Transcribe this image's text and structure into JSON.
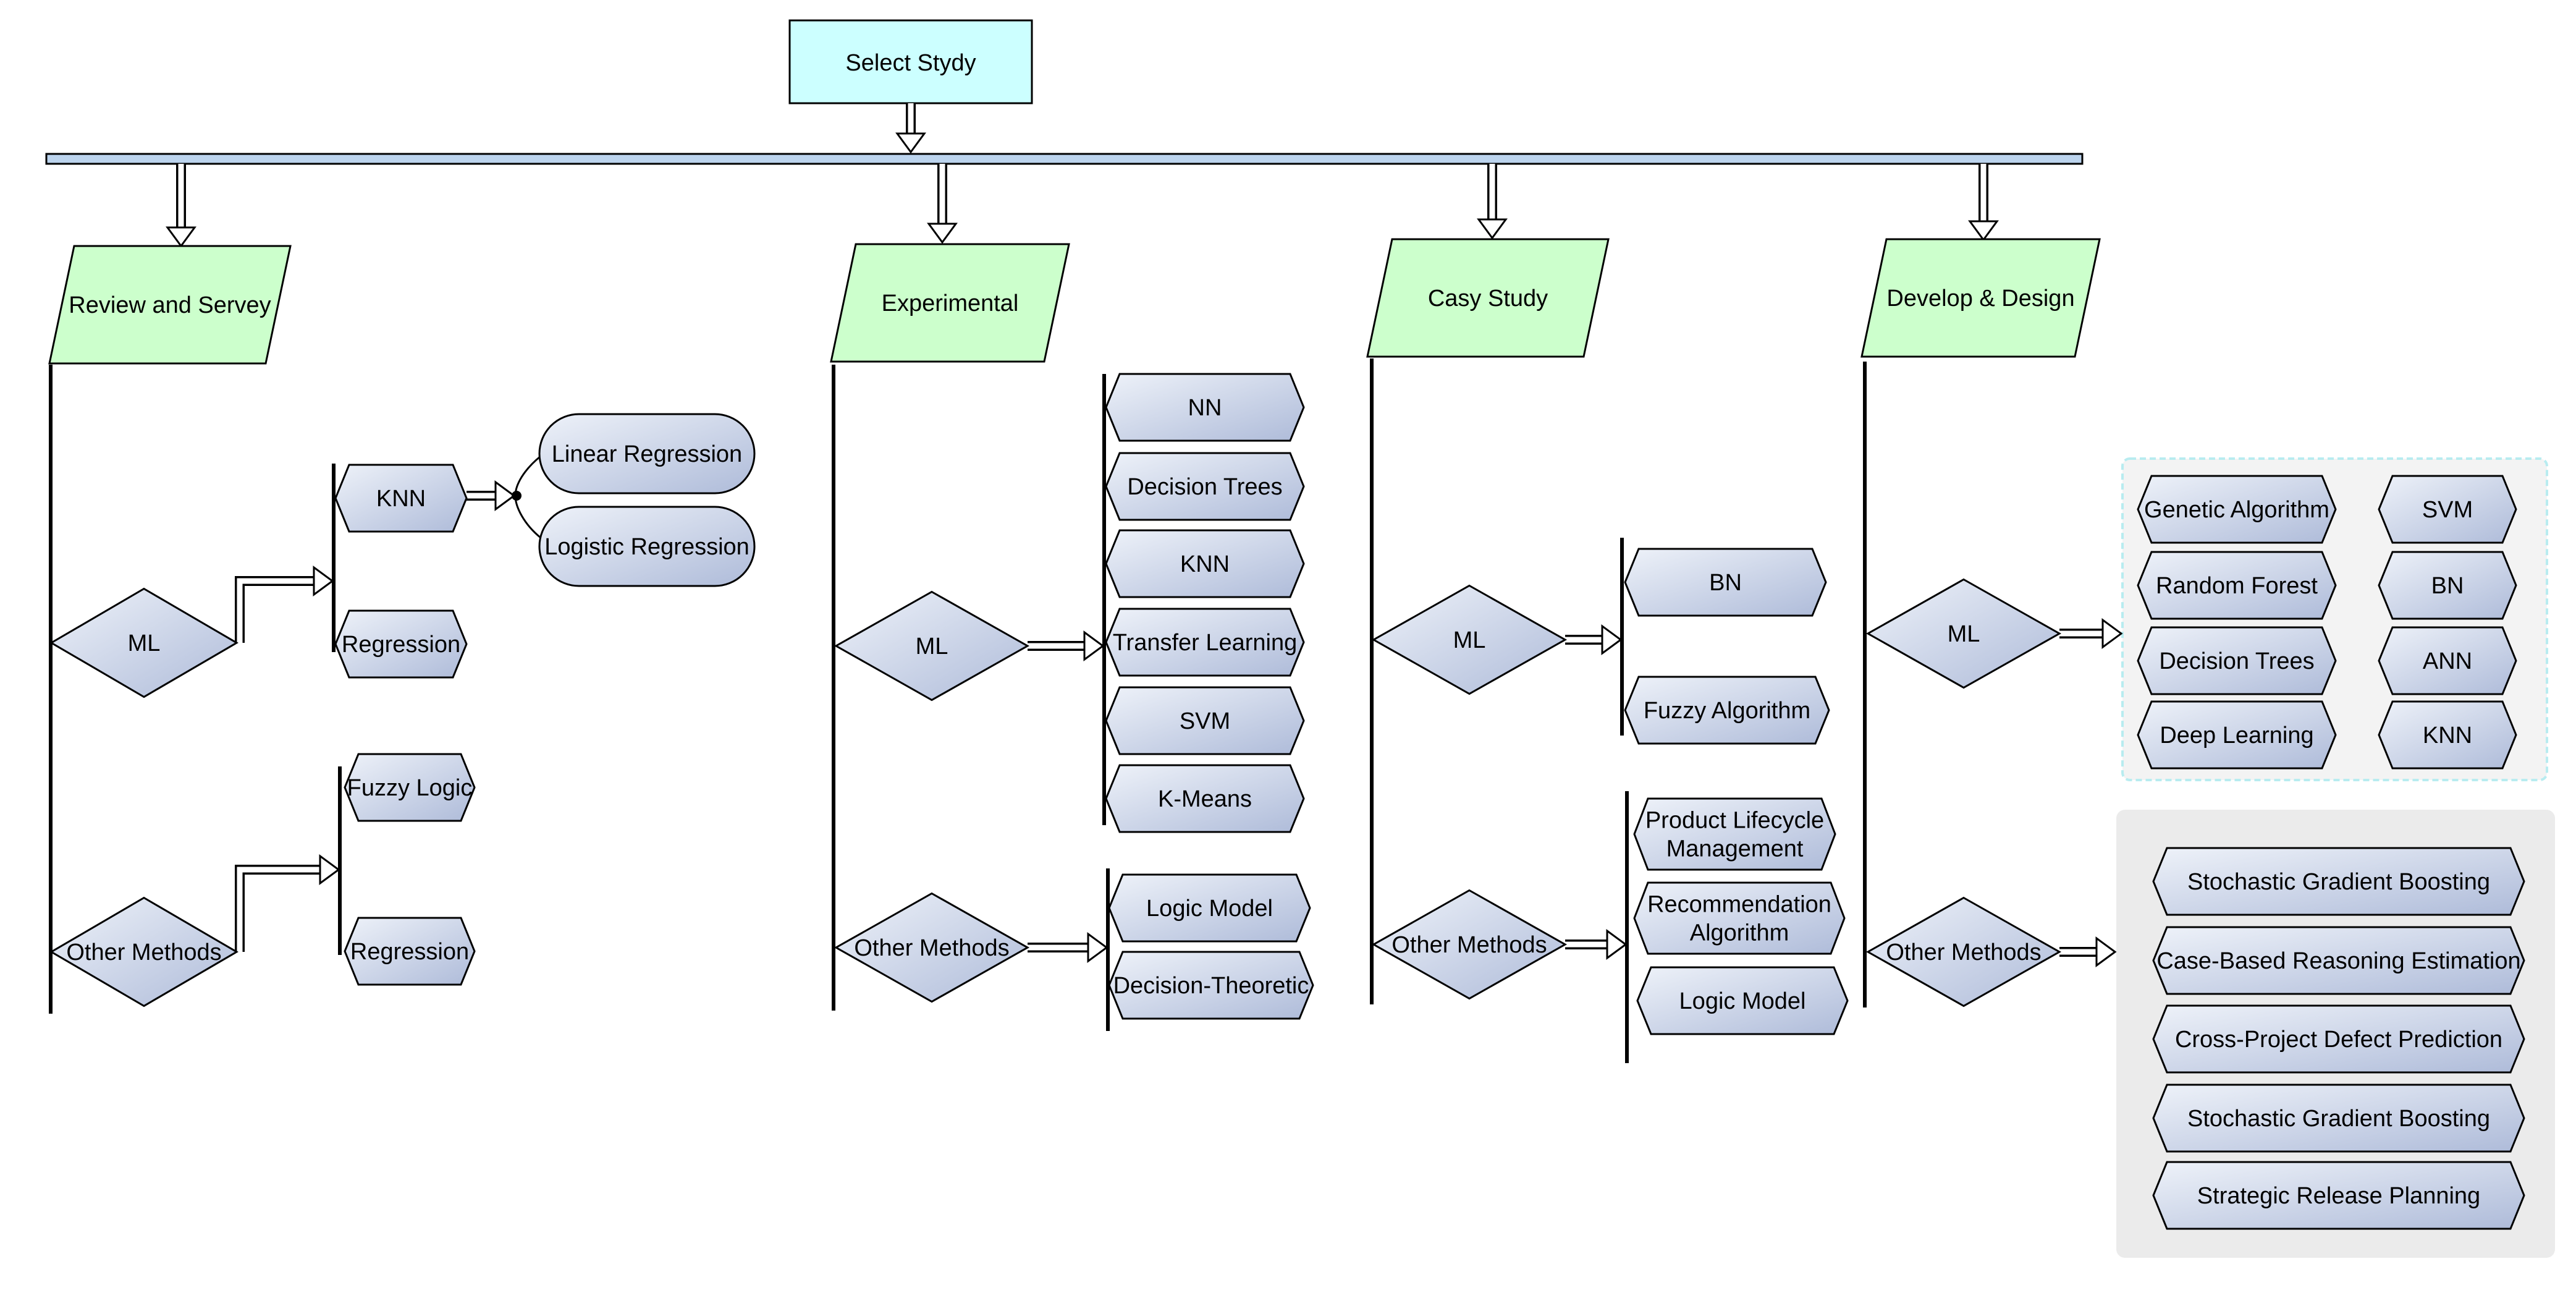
{
  "colors": {
    "top_box": "#ccffff",
    "category": "#ccffcc",
    "node_light": "#eef2f9",
    "node_dark": "#aebbd9",
    "bar": "#bcd4ee",
    "panel_ml": "#f3f3f3",
    "panel_ml_border": "#b8ecf0",
    "panel_other": "#ebebeb"
  },
  "top": {
    "label": "Select Stydy"
  },
  "categories": [
    {
      "label": "Review and Servey",
      "ml_label": "ML",
      "ml_items": [
        "KNN",
        "Regression"
      ],
      "knn_items": [
        "Linear Regression",
        "Logistic Regression"
      ],
      "other_label": "Other Methods",
      "other_items": [
        "Fuzzy Logic",
        "Regression"
      ]
    },
    {
      "label": "Experimental",
      "ml_label": "ML",
      "ml_items": [
        "NN",
        "Decision Trees",
        "KNN",
        "Transfer Learning",
        "SVM",
        "K-Means"
      ],
      "other_label": "Other Methods",
      "other_items": [
        "Logic Model",
        "Decision-Theoretic"
      ]
    },
    {
      "label": "Casy Study",
      "ml_label": "ML",
      "ml_items": [
        "BN",
        "Fuzzy Algorithm"
      ],
      "other_label": "Other Methods",
      "other_items": [
        [
          "Product Lifecycle",
          "Management"
        ],
        [
          "Recommendation",
          "Algorithm"
        ],
        "Logic Model"
      ]
    },
    {
      "label": "Develop & Design",
      "ml_label": "ML",
      "ml_items_left": [
        "Genetic Algorithm",
        "Random Forest",
        "Decision Trees",
        "Deep Learning"
      ],
      "ml_items_right": [
        "SVM",
        "BN",
        "ANN",
        "KNN"
      ],
      "other_label": "Other Methods",
      "other_items": [
        "Stochastic Gradient Boosting",
        "Case-Based Reasoning Estimation",
        "Cross-Project Defect Prediction",
        "Stochastic Gradient Boosting",
        "Strategic Release Planning"
      ]
    }
  ]
}
